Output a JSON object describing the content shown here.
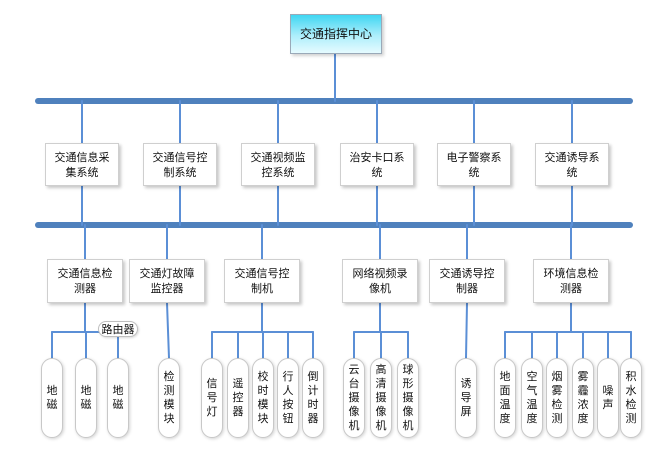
{
  "root": {
    "label": "交通指挥中心"
  },
  "systems": [
    {
      "label": "交通信息采\n集系统"
    },
    {
      "label": "交通信号控\n制系统"
    },
    {
      "label": "交通视频监\n控系统"
    },
    {
      "label": "治安卡口系\n统"
    },
    {
      "label": "电子警察系\n统"
    },
    {
      "label": "交通诱导系\n统"
    }
  ],
  "subsystems": [
    {
      "label": "交通信息检\n测器",
      "children": [
        "地\n磁",
        "地\n磁",
        "地\n磁"
      ]
    },
    {
      "label": "交通灯故障\n监控器",
      "children": [
        "检\n测\n模\n块"
      ]
    },
    {
      "label": "交通信号控\n制机",
      "children": [
        "信\n号\n灯",
        "遥\n控\n器",
        "校\n时\n模\n块",
        "行\n人\n按\n钮",
        "倒\n计\n时\n器"
      ]
    },
    {
      "label": "网络视频录\n像机",
      "children": [
        "云\n台\n摄\n像\n机",
        "高\n清\n摄\n像\n机",
        "球\n形\n摄\n像\n机"
      ]
    },
    {
      "label": "交通诱导控\n制器",
      "children": [
        "诱\n导\n屏"
      ]
    },
    {
      "label": "环境信息检\n测器",
      "children": [
        "地\n面\n温\n度",
        "空\n气\n温\n度",
        "烟\n雾\n检\n测",
        "雾\n霾\n浓\n度",
        "噪\n声",
        "积\n水\n检\n测"
      ]
    }
  ],
  "router": {
    "label": "路由器"
  },
  "colors": {
    "bus": "#4f81bd",
    "line": "#5b8fd6",
    "root_fill": "#3fd6f2"
  }
}
